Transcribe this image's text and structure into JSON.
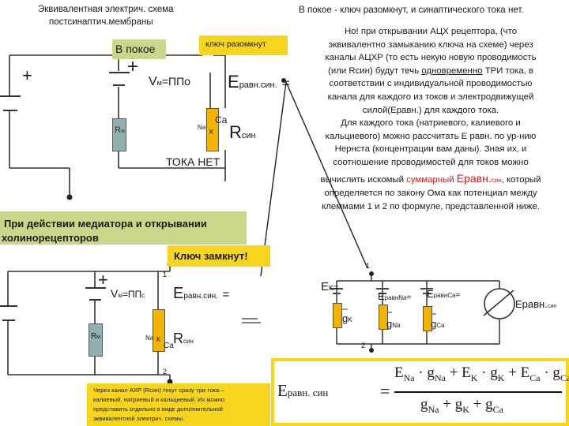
{
  "top_circuit": {
    "title_line1": "Эквивалентная электрич. схема",
    "title_line2": "постсинаптич.мембраны",
    "rest_label": "В покое",
    "switch_open_label": "ключ разомкнут",
    "plus_left": "+",
    "plus_battery": "+",
    "vm_label": "V",
    "vm_sub": "м",
    "vm_value": "=ППо",
    "e_label": "E",
    "e_sub": "равн.син.",
    "equals": "=",
    "rm_label": "R",
    "rm_sub": "м",
    "na_label": "Na",
    "k_label": "K",
    "ca_label": "Ca",
    "rsyn_label": "R",
    "rsyn_sub": "син",
    "no_current": "ТОКА НЕТ"
  },
  "right_text": {
    "heading": "В покое - ключ разомкнут, и синаптического тока нет.",
    "l1": "Но! при открывании АЦХ рецептора, (что",
    "l2": "эквивалентно замыканию ключа на схеме) через",
    "l3": "каналы АЦХР (то есть некую новую проводимость",
    "l4": "(или Rсин) будут течь",
    "l4_underlined": "одновременно",
    "l4_end": " ТРИ тока, в",
    "l5": "соответствии с индивидуальной проводимостью",
    "l6": "канала для каждого из токов и электродвижущей",
    "l7": "силой(Eравн.) для каждого тока.",
    "l8": "Для каждого тока (натриевого, калиевого и",
    "l9": "кальциевого) можно рассчитать E равн. по ур-нию",
    "l10": "Нернста (концентрации вам даны). Зная их, и",
    "l11": "соотношение проводимостей для токов можно",
    "l12a": "вычислить искомый",
    "l12_red1": "суммарный",
    "l12_red2": "Eравн.",
    "l12_red_sub": "син",
    "l12b": ", который",
    "l13": "определяется по закону Ома как потенциал между",
    "l14": "клеммами 1 и 2 по формуле, представленной ниже."
  },
  "mediator_box": {
    "line1": "При действии медиатора и открывании",
    "line2": "холинорецепторов"
  },
  "switch_closed_label": "Ключ замкнут!",
  "bottom_circuit": {
    "plus": "+",
    "vm_label": "V",
    "vm_sub": "м",
    "vm_value": "=ПП",
    "vm_value_sub": "с",
    "e_label": "E",
    "e_sub": "равн.син.",
    "equals": "=",
    "rm_label": "R",
    "rm_sub": "м",
    "na_label": "Na",
    "k_label": "K",
    "ca_label": "Ca",
    "rsyn_label": "R",
    "rsyn_sub": "син",
    "terminal_1": "1",
    "terminal_2": "2",
    "note_l1": "Через канал АХР (Rсин) текут сразу три тока –",
    "note_l2": "калиевый, натриевый и кальциевый. Их можно",
    "note_l3": "представить отдельно в виде дополнительной",
    "note_l4": "эквивалентной электрич. схемы."
  },
  "right_circuit": {
    "ek_label": "E",
    "ek_sub": "K",
    "ek_eq": "=",
    "ena_label": "E",
    "ena_sub": "равнNa",
    "ena_eq": "=",
    "eca_label": "E",
    "eca_sub": "равнCa",
    "eca_eq": "=",
    "gk_label": "g",
    "gk_sub": "K",
    "gna_label": "g",
    "gna_sub": "Na",
    "gca_label": "g",
    "gca_sub": "Ca",
    "meter_label": "Eравн.",
    "meter_sub": "син",
    "terminal_1": "1",
    "terminal_2": "2"
  },
  "formula": {
    "lhs": "E",
    "lhs_sub": "равн. син",
    "eq": "=",
    "numerator": [
      "E",
      "Na",
      " · g",
      "Na",
      " + E",
      "K",
      " · g",
      "K",
      " + E",
      "Ca",
      " · g",
      "Ca"
    ],
    "denominator": [
      "g",
      "Na",
      " + g",
      "K",
      " + g",
      "Ca"
    ]
  },
  "colors": {
    "green_box": "#ccd68a",
    "yellow_box": "#f7d51c",
    "resistor_rm": "#8fb0ac",
    "channel": "#f2b400",
    "highlight_red": "#cc1f1f"
  }
}
